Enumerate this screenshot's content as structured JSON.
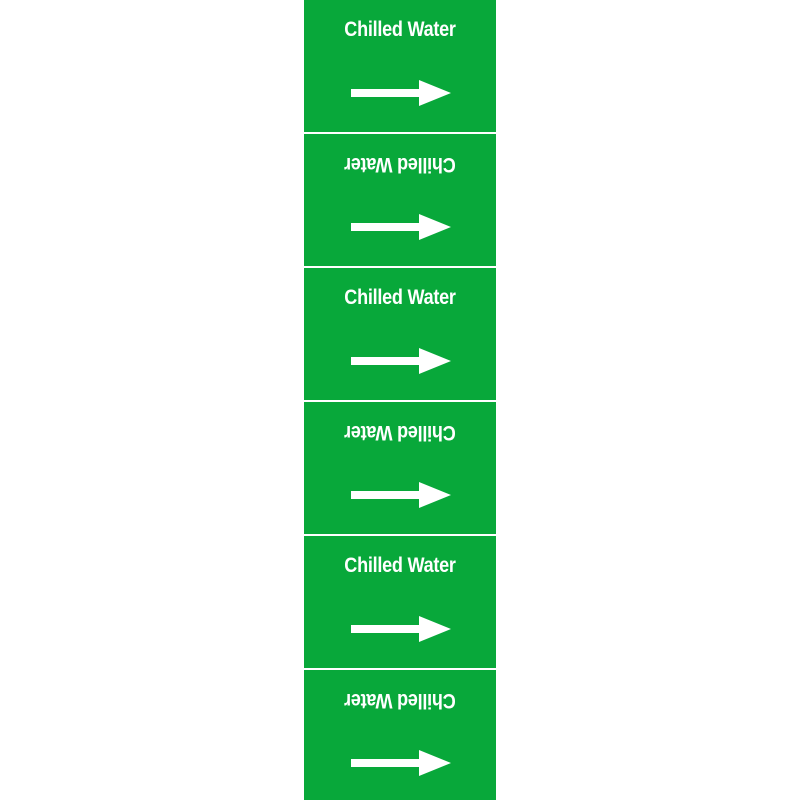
{
  "colors": {
    "label_green": "#08a83a",
    "text_white": "#ffffff",
    "divider": "#ffffff"
  },
  "labels": [
    {
      "text": "Chilled Water",
      "orientation": "upright",
      "arrow_icon": "right-arrow-icon"
    },
    {
      "text": "Chilled Water",
      "orientation": "inverted",
      "arrow_icon": "right-arrow-icon"
    },
    {
      "text": "Chilled Water",
      "orientation": "upright",
      "arrow_icon": "right-arrow-icon"
    },
    {
      "text": "Chilled Water",
      "orientation": "inverted",
      "arrow_icon": "right-arrow-icon"
    },
    {
      "text": "Chilled Water",
      "orientation": "upright",
      "arrow_icon": "right-arrow-icon"
    },
    {
      "text": "Chilled Water",
      "orientation": "inverted",
      "arrow_icon": "right-arrow-icon"
    }
  ]
}
